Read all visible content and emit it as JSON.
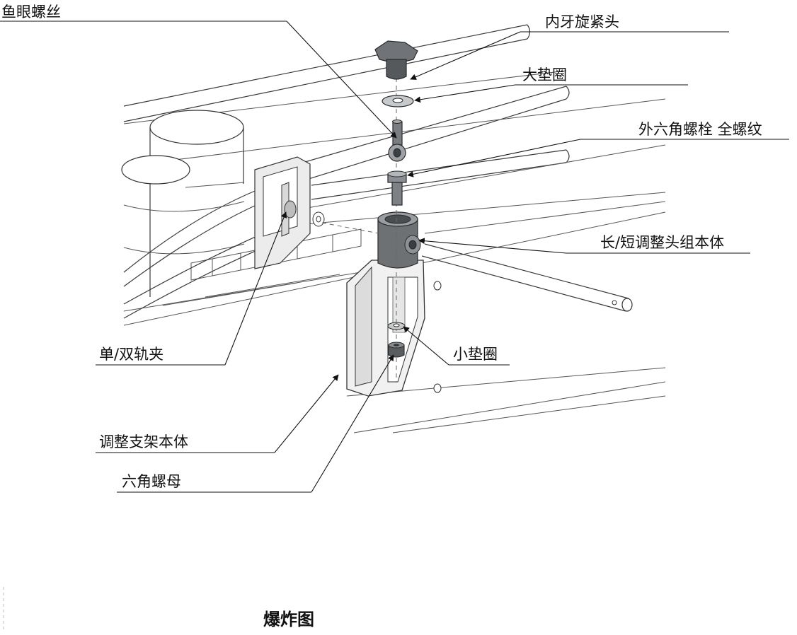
{
  "labels": {
    "eye_bolt": "鱼眼螺丝",
    "knob": "内牙旋紧头",
    "large_washer": "大垫圈",
    "hex_bolt": "外六角螺栓 全螺纹",
    "head_body": "长/短调整头组本体",
    "rail_clamp": "单/双轨夹",
    "small_washer": "小垫圈",
    "bracket_body": "调整支架本体",
    "hex_nut": "六角螺母"
  },
  "caption": "爆炸图",
  "colors": {
    "line": "#111111",
    "part_dark": "#5a5e62",
    "part_mid": "#8a8e92",
    "part_light": "#c9ccd0"
  }
}
